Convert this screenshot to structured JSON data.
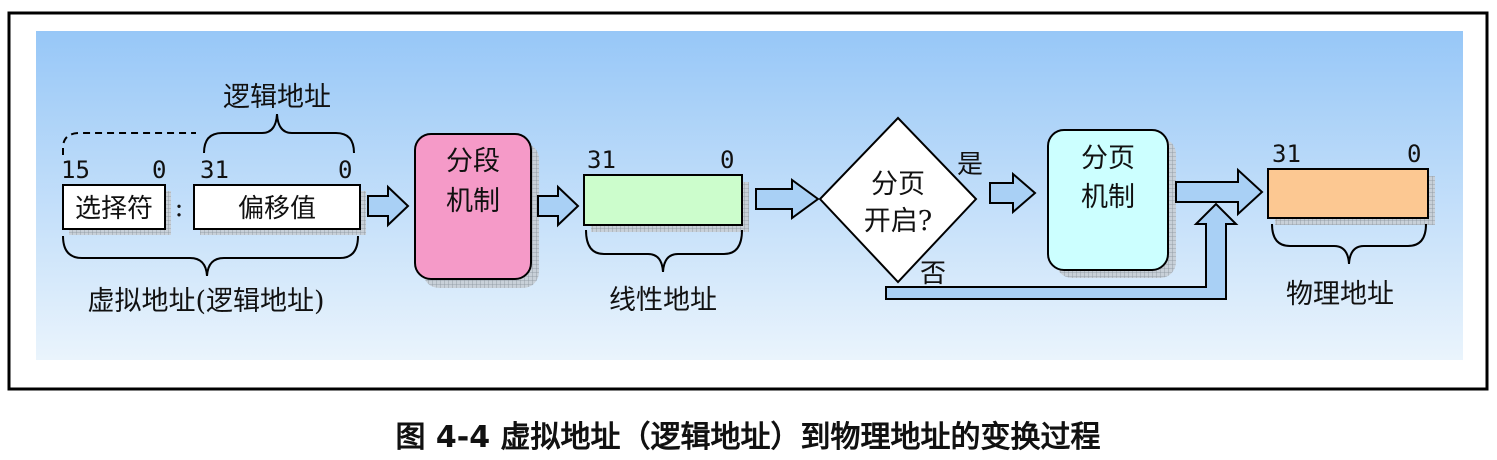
{
  "diagram": {
    "logical_address_label": "逻辑地址",
    "selector": {
      "label": "选择符",
      "bit_high": "15",
      "bit_low": "0"
    },
    "colon": ":",
    "offset": {
      "label": "偏移值",
      "bit_high": "31",
      "bit_low": "0"
    },
    "virtual_address_label": "虚拟地址(逻辑地址)",
    "segmentation": {
      "line1": "分段",
      "line2": "机制"
    },
    "linear": {
      "bit_high": "31",
      "bit_low": "0",
      "label": "线性地址"
    },
    "decision": {
      "line1": "分页",
      "line2": "开启?",
      "yes": "是",
      "no": "否"
    },
    "paging": {
      "line1": "分页",
      "line2": "机制"
    },
    "physical": {
      "bit_high": "31",
      "bit_low": "0",
      "label": "物理地址"
    },
    "colors": {
      "band_top": "#97c7f7",
      "band_bottom": "#e8f3fc",
      "segmentation_fill": "#f59ac8",
      "linear_fill": "#ccfdcc",
      "paging_fill": "#ccffff",
      "physical_fill": "#fcc892",
      "arrow_fill": "#a9d0f5"
    }
  },
  "caption": "图 4-4 虚拟地址（逻辑地址）到物理地址的变换过程"
}
